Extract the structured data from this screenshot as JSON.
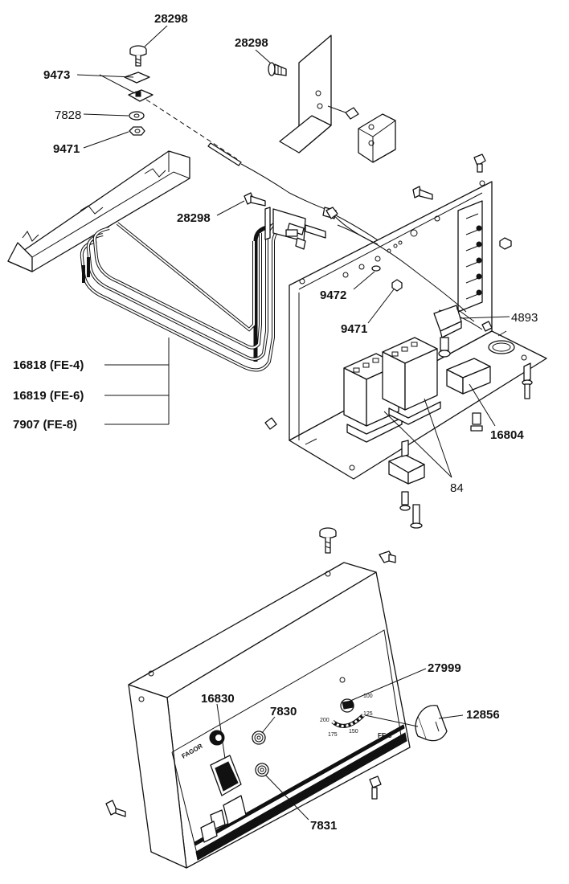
{
  "labels": {
    "screw_top": "28298",
    "clip": "9473",
    "washer_left": "7828",
    "nut_left": "9471",
    "screw_bracket": "28298",
    "screw_element": "28298",
    "element_fe4": "16818 (FE-4)",
    "element_fe6": "16819 (FE-6)",
    "element_fe8": "7907 (FE-8)",
    "washer_mid": "9472",
    "nut_mid": "9471",
    "microswitch": "4893",
    "terminal_block": "16804",
    "contactor": "84",
    "thermostat": "27999",
    "knob": "12856",
    "main_switch": "16830",
    "pilot_green": "7830",
    "pilot_orange": "7831"
  },
  "panel_text": {
    "brand": "FAGOR",
    "model": "FE-8",
    "scale_200": "200",
    "scale_175": "175",
    "scale_150": "150",
    "scale_125": "125",
    "scale_100": "100"
  }
}
